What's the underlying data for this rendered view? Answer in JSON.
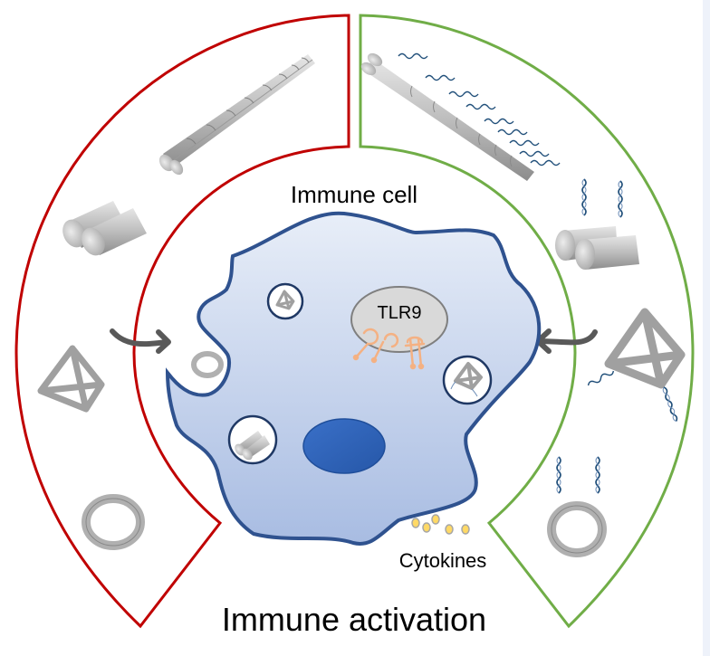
{
  "labels": {
    "immune_cell": "Immune cell",
    "receptor": "TLR9",
    "cytokines": "Cytokines",
    "bottom_title": "Immune activation"
  },
  "panels": {
    "left": {
      "role": "unmodified DNA nanostructures",
      "border_color": "#c00000",
      "structures": [
        "nanotube-icon",
        "double-cylinder-icon",
        "tetrahedron-icon",
        "ring-icon"
      ]
    },
    "right": {
      "role": "CpG-decorated DNA nanostructures",
      "border_color": "#70ad47",
      "structures": [
        "cpg-nanotube-icon",
        "cpg-double-cylinder-icon",
        "cpg-tetrahedron-icon",
        "cpg-ring-icon"
      ]
    }
  },
  "cell": {
    "membrane_color": "#2f528f",
    "cytoplasm_top": "#e6ecf7",
    "cytoplasm_bottom": "#a9bde2",
    "nucleus_color": "#2e63b8",
    "endosome_color": "#d9d9d9",
    "receptor_color": "#f4b183",
    "cytokine_color": "#ffd966",
    "arrow_color": "#595959",
    "dna_color": "#1f4e79"
  }
}
